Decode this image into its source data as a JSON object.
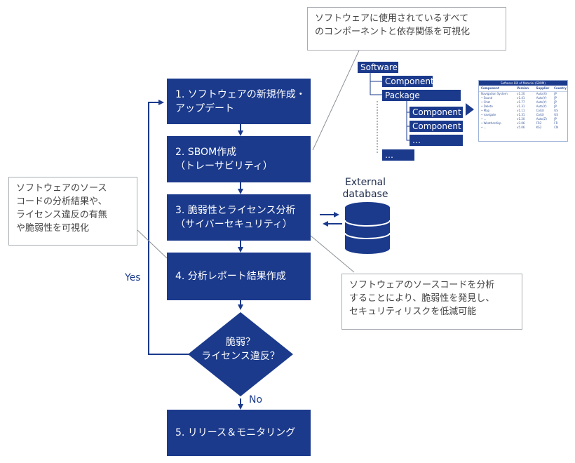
{
  "steps": {
    "s1": "1. ソフトウェアの新規作成・\nアップデート",
    "s2": "2. SBOM作成\n（トレーサビリティ）",
    "s3": "3. 脆弱性とライセンス分析\n（サイバーセキュリティ）",
    "s4": "4. 分析レポート結果作成",
    "s5": "5. リリース＆モニタリング"
  },
  "decision": "脆弱？\nライセンス違反？",
  "labels": {
    "yes": "Yes",
    "no": "No"
  },
  "callouts": {
    "top": "ソフトウェアに使用されているすべて\nのコンポーネントと依存関係を可視化",
    "left": "ソフトウェアのソース\nコードの分析結果や、\nライセンス違反の有無\nや脆弱性を可視化",
    "right": "ソフトウェアのソースコードを分析\nすることにより、脆弱性を発見し、\nセキュリティリスクを低減可能"
  },
  "database": {
    "label": "External\ndatabase"
  },
  "tree": {
    "software": "Software",
    "component1": "Component",
    "package": "Package",
    "component2": "Component",
    "component3": "Component",
    "ellipsis_inner": "…",
    "ellipsis_outer": "…"
  },
  "sbom_table": {
    "title": "Software Bill of Material (SBOM)",
    "columns": [
      "Component",
      "Version",
      "Supplier",
      "Country"
    ],
    "rows": [
      [
        "Navigation System",
        "v1.20",
        "Auto(X)",
        "JP"
      ],
      [
        "• Sound",
        "v1.41",
        "Auto(Y)",
        "JP"
      ],
      [
        "  • Chat",
        "v1.77",
        "Auto(Y)",
        "JP"
      ],
      [
        "  • Delete",
        "v1.31",
        "Auto(Y)",
        "JP"
      ],
      [
        "• Map",
        "v1.11",
        "Co(U)",
        "US"
      ],
      [
        "  • navigate",
        "v1.31",
        "Co(U)",
        "US"
      ],
      [
        "  • ...",
        "v1.20",
        "Auto(Z)",
        "JP"
      ],
      [
        "• Weatherdisp",
        "v3.06",
        "FR2",
        "FR"
      ],
      [
        "  • ...",
        "v5.06",
        "KS2",
        "CN"
      ]
    ]
  },
  "colors": {
    "primary": "#1b3a8c",
    "callout_border": "#a9adb3"
  }
}
